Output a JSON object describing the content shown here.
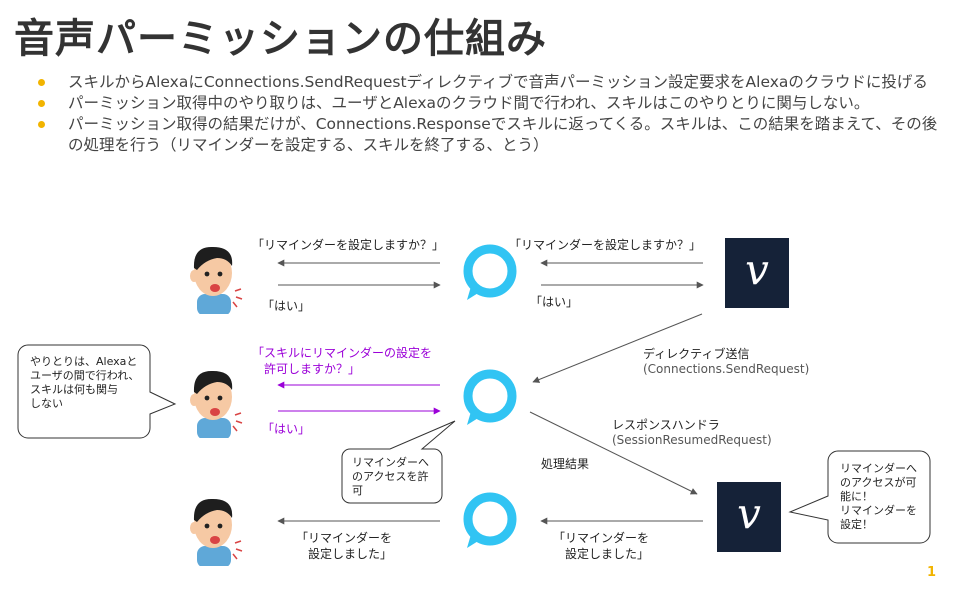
{
  "title": "音声パーミッションの仕組み",
  "bullets": [
    "スキルからAlexaにConnections.SendRequestディレクティブで音声パーミッション設定要求をAlexaのクラウドに投げる",
    "パーミッション取得中のやり取りは、ユーザとAlexaのクラウド間で行われ、スキルはこのやりとりに関与しない。",
    "パーミッション取得の結果だけが、Connections.Responseでスキルに返ってくる。スキルは、この結果を踏まえて、その後の処理を行う（リマインダーを設定する、スキルを終了する、とう）"
  ],
  "diagram": {
    "row1": {
      "ask_user": "「リマインダーを設定しますか？」",
      "ask_skill": "「リマインダーを設定しますか？」",
      "yes_user": "「はい」",
      "yes_skill": "「はい」"
    },
    "row2": {
      "permission_q_line1": "「スキルにリマインダーの設定を",
      "permission_q_line2": "許可しますか？」",
      "yes": "「はい」",
      "directive_title": "ディレクティブ送信",
      "directive_sub": "(Connections.SendRequest)",
      "handler_title": "レスポンスハンドラ",
      "handler_sub": "(SessionResumedRequest)",
      "result": "処理結果"
    },
    "row3": {
      "done_user_line1": "「リマインダーを",
      "done_user_line2": "設定しました」",
      "done_skill_line1": "「リマインダーを",
      "done_skill_line2": "設定しました」"
    },
    "callouts": {
      "user_left": [
        "やりとりは、Alexaと",
        "ユーザの間で行われ、",
        "スキルは何も関与",
        "しない"
      ],
      "alexa_mid": [
        "リマインダーへ",
        "のアクセスを許",
        "可"
      ],
      "skill_right": [
        "リマインダーへ",
        "のアクセスが可",
        "能に！",
        "リマインダーを",
        "設定！"
      ]
    },
    "skill_logo_glyph": "v"
  },
  "colors": {
    "accent": "#f2b400",
    "purple": "#9b00d8",
    "alexa": "#31c4f3",
    "skill_bg": "#152238"
  },
  "page_number": "1"
}
